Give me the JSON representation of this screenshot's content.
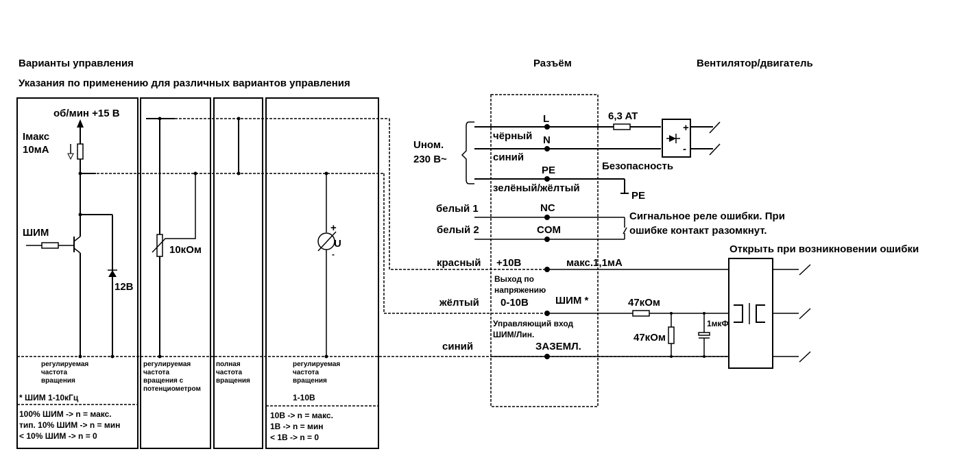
{
  "headings": {
    "control_variants": "Варианты управления",
    "application_notes": "Указания по применению для различных вариантов управления",
    "connector": "Разъём",
    "fan_motor": "Вентилятор/двигатель"
  },
  "panel_pwm": {
    "supply_label": "об/мин +15 В",
    "imax_label_1": "Iмакс",
    "imax_label_2": "10мА",
    "pwm_label": "ШИМ",
    "zener_label": "12В",
    "caption": [
      "регулируемая",
      "частота",
      "вращения"
    ],
    "freq_note": "* ШИМ 1-10кГц",
    "rules": [
      "100% ШИМ -> n = макс.",
      "тип. 10% ШИМ -> n = мин",
      "< 10% ШИМ -> n = 0"
    ]
  },
  "panel_pot": {
    "pot_label": "10кОм",
    "caption": [
      "регулируемая",
      "частота",
      "вращения с",
      "потенциометром"
    ]
  },
  "panel_full": {
    "caption": [
      "полная",
      "частота",
      "вращения"
    ]
  },
  "panel_voltage": {
    "plus": "+",
    "minus": "-",
    "meter_label": "U",
    "caption": [
      "регулируемая",
      "частота",
      "вращения"
    ],
    "range": "1-10В",
    "rules": [
      "10В -> n = макс.",
      "1В -> n = мин",
      "< 1В -> n = 0"
    ]
  },
  "mains": {
    "unom_1": "Uном.",
    "unom_2": "230 В~",
    "pins": [
      {
        "pin": "L",
        "wire": "чёрный"
      },
      {
        "pin": "N",
        "wire": "синий"
      },
      {
        "pin": "PE",
        "wire": "зелёный/жёлтый"
      }
    ],
    "fuse": "6,3 AT",
    "rectifier_plus": "+",
    "rectifier_minus": "-",
    "safety": "Безопасность",
    "ground": "PE"
  },
  "relay": {
    "wire1": "белый 1",
    "wire2": "белый 2",
    "pin_nc": "NC",
    "pin_com": "COM",
    "note_1": "Сигнальное реле ошибки. При",
    "note_2": "ошибке контакт разомкнут.",
    "open_note": "Открыть при возникновении ошибки"
  },
  "signals": {
    "red_wire": "красный",
    "plus10": "+10В",
    "max_current": "макс.1,1мА",
    "output_1": "Выход по",
    "output_2": "напряжению",
    "yellow_wire": "жёлтый",
    "range": "0-10В",
    "pwm": "ШИМ *",
    "input_1": "Управляющий вход",
    "input_2": "ШИМ/Лин.",
    "blue_wire": "синий",
    "ground": "ЗАЗЕМЛ.",
    "r_series": "47кОм",
    "r_shunt": "47кОм",
    "cap": "1мкФ"
  }
}
